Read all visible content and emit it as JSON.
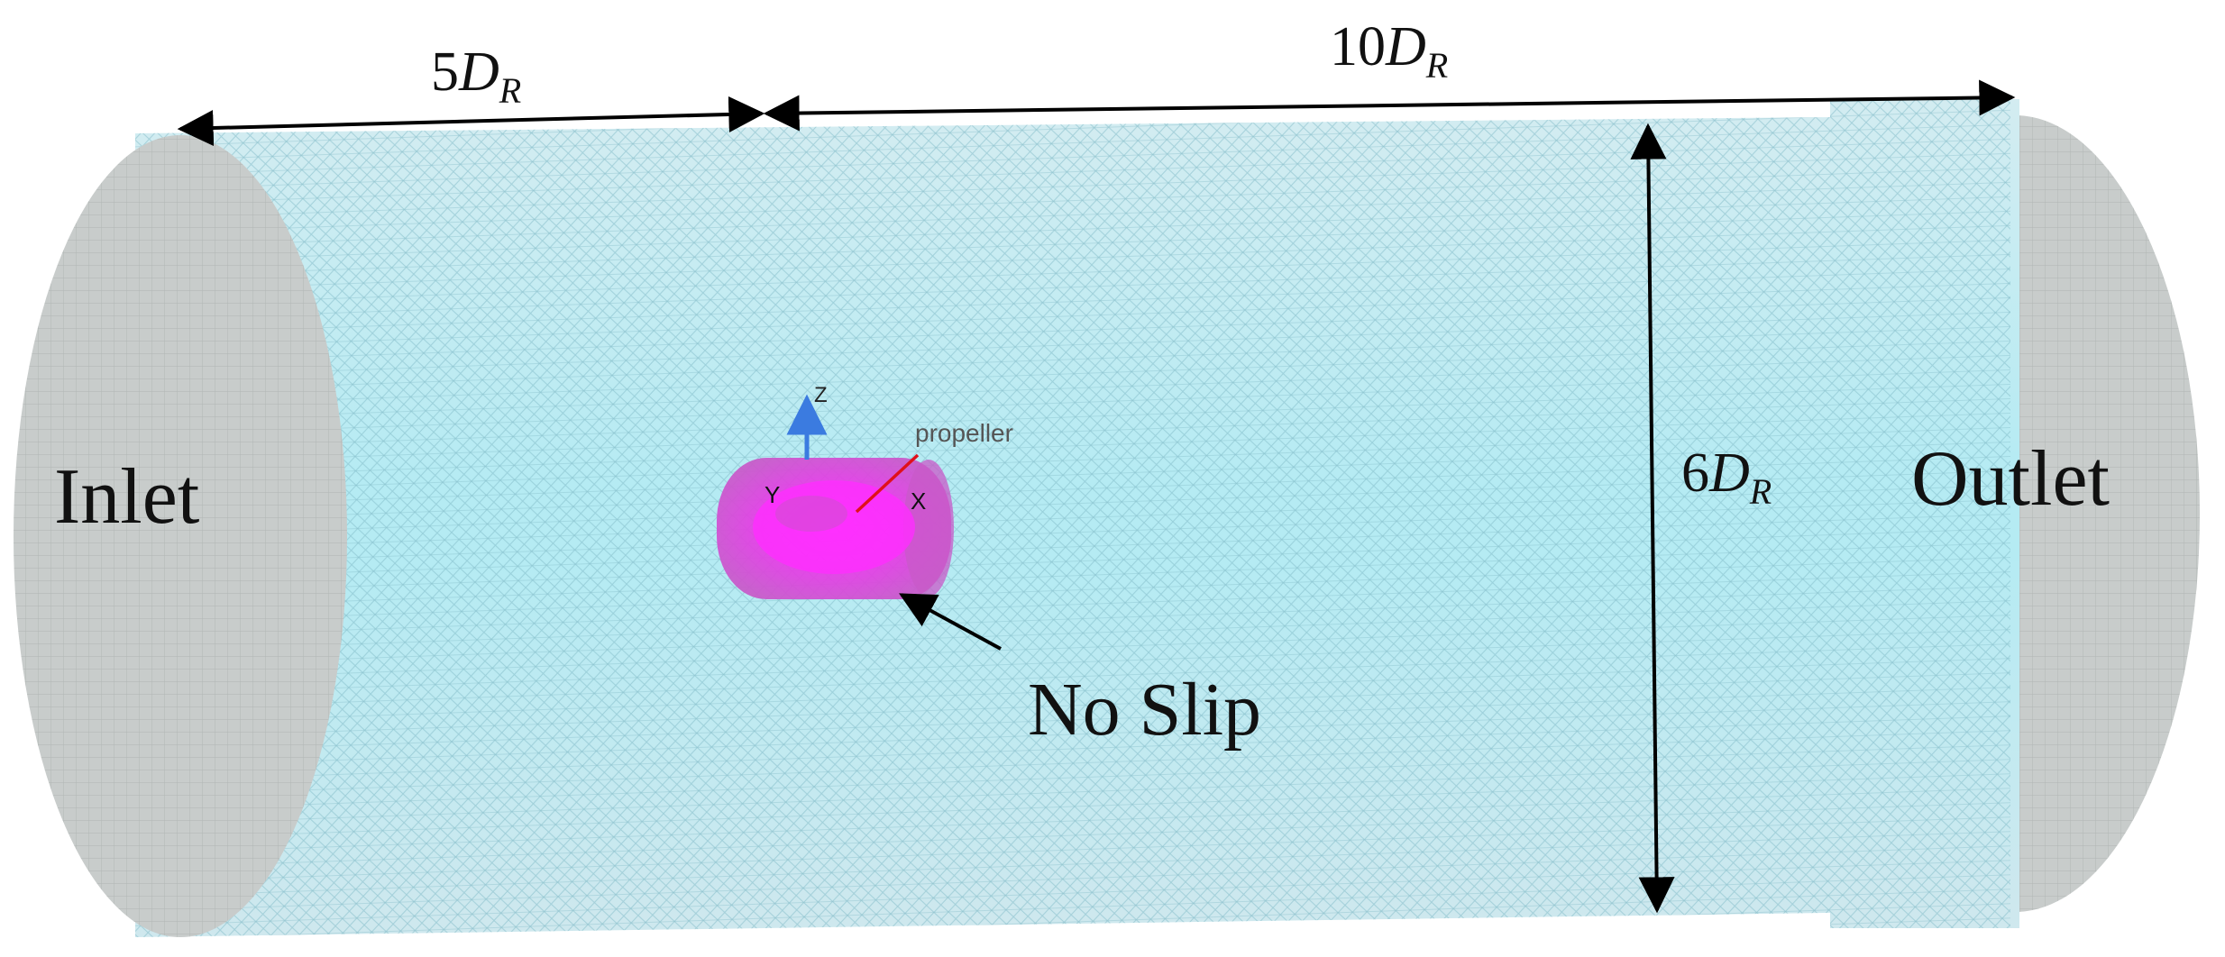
{
  "labels": {
    "inlet": "Inlet",
    "outlet": "Outlet",
    "no_slip": "No Slip",
    "propeller": "propeller",
    "dim_upstream": {
      "coef": "5",
      "sym": "D",
      "sub": "R"
    },
    "dim_downstream": {
      "coef": "10",
      "sym": "D",
      "sub": "R"
    },
    "dim_diameter": {
      "coef": "6",
      "sym": "D",
      "sub": "R"
    }
  },
  "axes": {
    "z": "Z",
    "y": "Y",
    "x": "X"
  },
  "colors": {
    "domain_fill": "#c6e6ec",
    "domain_center": "#b7ebf3",
    "mesh_line": "#7fb9c6",
    "end_cap": "#c8cccb",
    "end_cap_mesh": "#9fa5a4",
    "propeller_region": "#d63fd6",
    "propeller_core": "#f22ef2",
    "z_axis": "#3b7be0",
    "leader_line": "#e0101a",
    "dimension_line": "#000000"
  }
}
